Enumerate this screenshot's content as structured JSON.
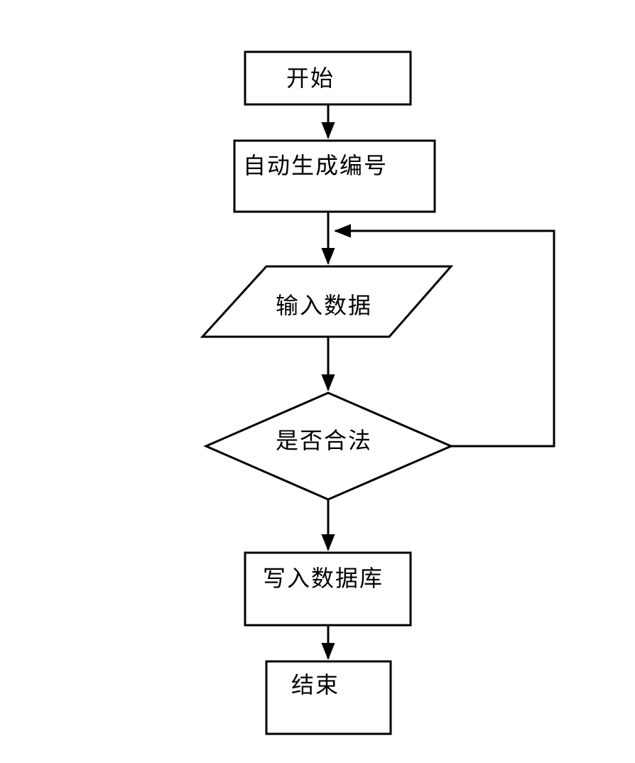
{
  "diagram": {
    "type": "flowchart",
    "colors": {
      "background": "#ffffff",
      "stroke": "#000000",
      "text": "#000000",
      "node_fill": "#ffffff"
    },
    "nodes": [
      {
        "id": "start",
        "shape": "rectangle",
        "label": "开始"
      },
      {
        "id": "auto-generate-id",
        "shape": "rectangle",
        "label": "自动生成编号"
      },
      {
        "id": "input-data",
        "shape": "parallelogram",
        "label": "输入数据"
      },
      {
        "id": "is-valid",
        "shape": "diamond",
        "label": "是否合法"
      },
      {
        "id": "write-database",
        "shape": "rectangle",
        "label": "写入数据库"
      },
      {
        "id": "end",
        "shape": "rectangle",
        "label": "结束"
      }
    ],
    "edges": [
      {
        "from": "start",
        "to": "auto-generate-id",
        "style": "arrow-down"
      },
      {
        "from": "auto-generate-id",
        "to": "input-data",
        "style": "arrow-down"
      },
      {
        "from": "input-data",
        "to": "is-valid",
        "style": "arrow-down"
      },
      {
        "from": "is-valid",
        "to": "input-data",
        "style": "loop-back-right-side"
      },
      {
        "from": "is-valid",
        "to": "write-database",
        "style": "arrow-down"
      },
      {
        "from": "write-database",
        "to": "end",
        "style": "arrow-down"
      }
    ]
  }
}
